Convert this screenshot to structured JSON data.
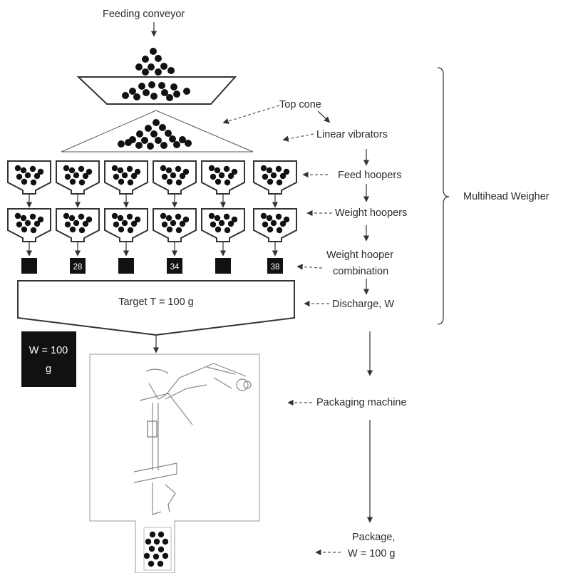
{
  "labels": {
    "feeding_conveyor": "Feeding conveyor",
    "top_cone": "Top cone",
    "linear_vibrators": "Linear vibrators",
    "feed_hoppers": "Feed hoopers",
    "weight_hoppers": "Weight hoopers",
    "weight_hopper_combination_line1": "Weight hooper",
    "weight_hopper_combination_line2": "combination",
    "discharge": "Discharge, W",
    "multihead_weigher": "Multihead Weigher",
    "packaging_machine": "Packaging machine",
    "package_line1": "Package,",
    "package_line2": "W = 100 g"
  },
  "discharge_chute": {
    "target_text": "Target T = 100 g"
  },
  "result_box": {
    "line1": "W = 100",
    "line2": "g"
  },
  "combination_boxes": [
    "",
    "28",
    "",
    "34",
    "",
    "38"
  ],
  "colors": {
    "ink": "#2b2b2b",
    "ball": "#111111",
    "box_fill": "#111111"
  }
}
